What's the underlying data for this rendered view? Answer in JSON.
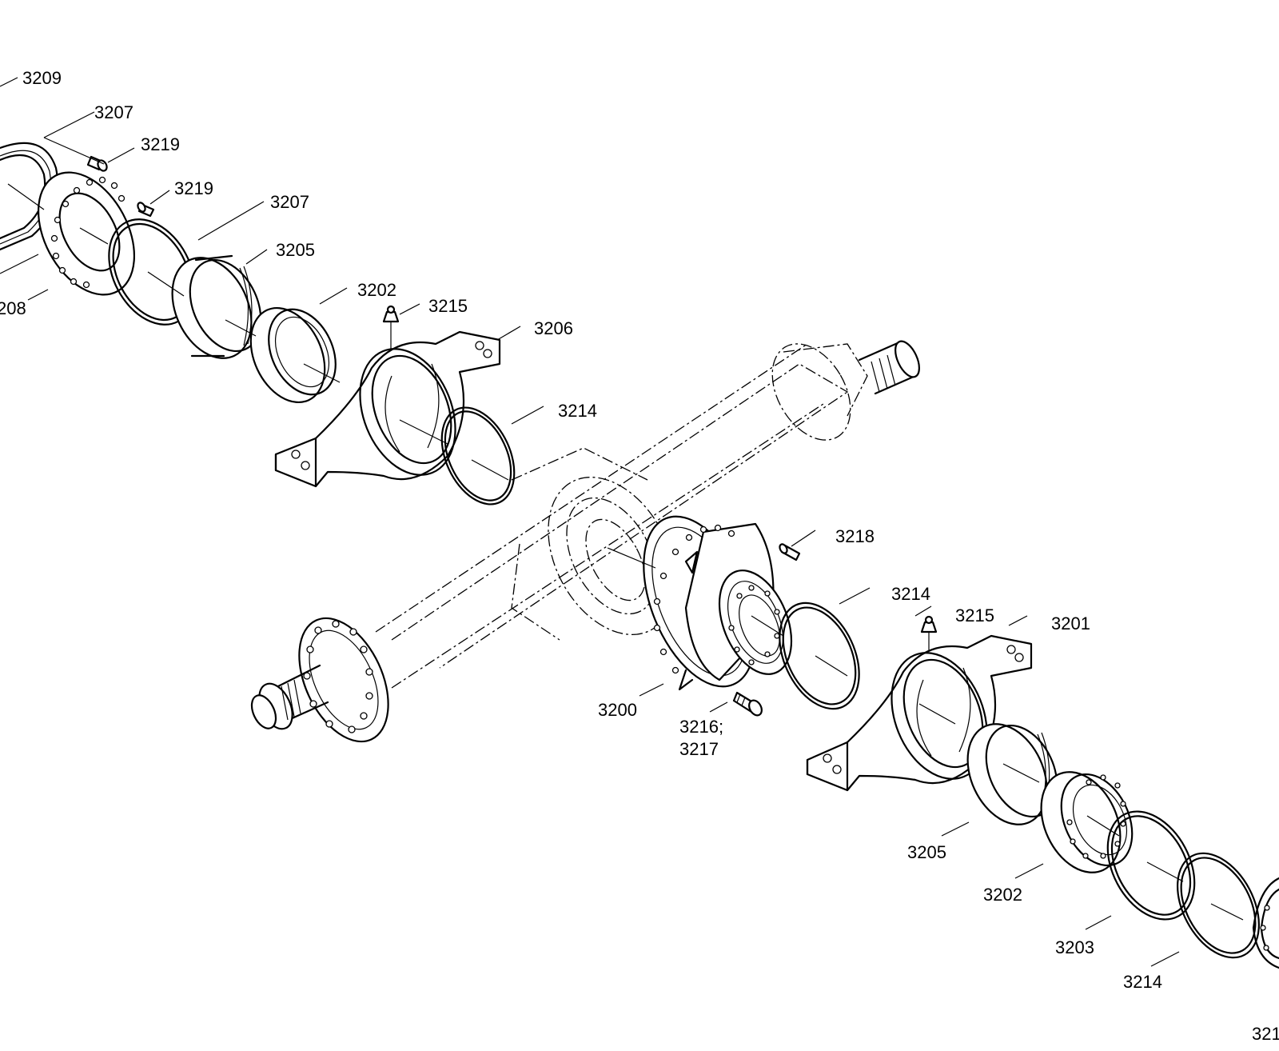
{
  "callouts": [
    {
      "id": "c-3209",
      "text": "3209"
    },
    {
      "id": "c-3207a",
      "text": "3207"
    },
    {
      "id": "c-3219a",
      "text": "3219"
    },
    {
      "id": "c-3219b",
      "text": "3219"
    },
    {
      "id": "c-3207b",
      "text": "3207"
    },
    {
      "id": "c-3205a",
      "text": "3205"
    },
    {
      "id": "c-208",
      "text": "208"
    },
    {
      "id": "c-3202a",
      "text": "3202"
    },
    {
      "id": "c-3215a",
      "text": "3215"
    },
    {
      "id": "c-3206",
      "text": "3206"
    },
    {
      "id": "c-3214a",
      "text": "3214"
    },
    {
      "id": "c-3218",
      "text": "3218"
    },
    {
      "id": "c-3214b",
      "text": "3214"
    },
    {
      "id": "c-3215b",
      "text": "3215"
    },
    {
      "id": "c-3201",
      "text": "3201"
    },
    {
      "id": "c-3200",
      "text": "3200"
    },
    {
      "id": "c-3216",
      "text": "3216;"
    },
    {
      "id": "c-3217",
      "text": "3217"
    },
    {
      "id": "c-3205b",
      "text": "3205"
    },
    {
      "id": "c-3202b",
      "text": "3202"
    },
    {
      "id": "c-3203",
      "text": "3203"
    },
    {
      "id": "c-3214c",
      "text": "3214"
    },
    {
      "id": "c-321x",
      "text": "321"
    }
  ]
}
